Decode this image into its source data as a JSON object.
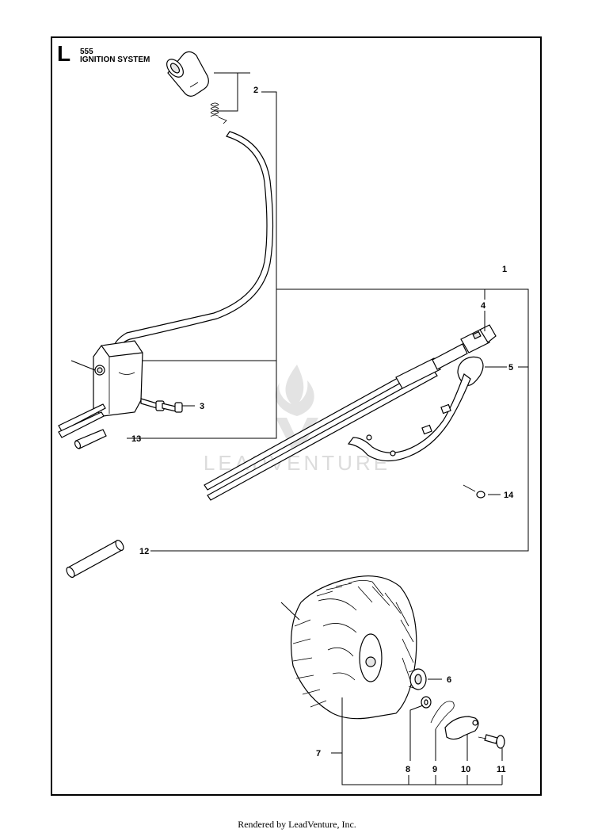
{
  "header": {
    "section_letter": "L",
    "model_number": "555",
    "section_title": "IGNITION SYSTEM"
  },
  "callouts": [
    "1",
    "2",
    "3",
    "4",
    "5",
    "6",
    "7",
    "8",
    "9",
    "10",
    "11",
    "12",
    "13",
    "14"
  ],
  "watermark": {
    "text": "LEADVENTURE",
    "color": "#d9d9d9"
  },
  "footer": {
    "text": "Rendered by LeadVenture, Inc."
  }
}
